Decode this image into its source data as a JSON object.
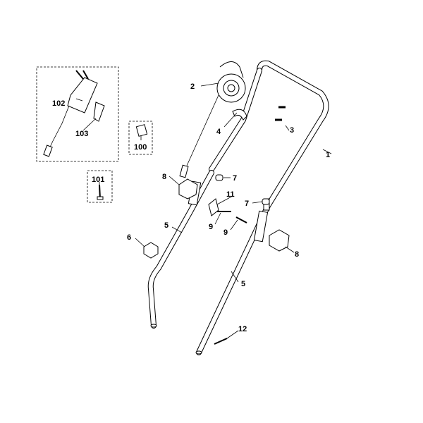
{
  "callouts": {
    "c1": "1",
    "c2": "2",
    "c3": "3",
    "c4": "4",
    "c5a": "5",
    "c5b": "5",
    "c6": "6",
    "c7a": "7",
    "c7b": "7",
    "c8a": "8",
    "c8b": "8",
    "c9a": "9",
    "c9b": "9",
    "c11": "11",
    "c12": "12",
    "c100": "100",
    "c101": "101",
    "c102": "102",
    "c103": "103"
  }
}
